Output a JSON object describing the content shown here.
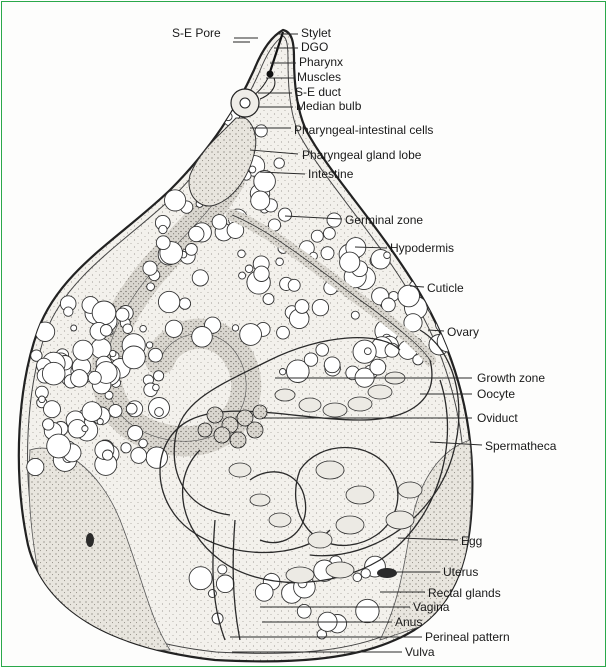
{
  "figure": {
    "border_color": "#2aa84a",
    "labels": {
      "se_pore": "S-E Pore",
      "stylet": "Stylet",
      "dgo": "DGO",
      "pharynx": "Pharynx",
      "muscles": "Muscles",
      "se_duct": "S-E duct",
      "median_bulb": "Median bulb",
      "pharyngeal_intestinal_cells": "Pharyngeal-intestinal cells",
      "pharyngeal_gland_lobe": "Pharyngeal gland lobe",
      "intestine": "Intestine",
      "germinal_zone": "Germinal zone",
      "hypodermis": "Hypodermis",
      "cuticle": "Cuticle",
      "ovary": "Ovary",
      "growth_zone": "Growth zone",
      "oocyte": "Oocyte",
      "oviduct": "Oviduct",
      "spermatheca": "Spermatheca",
      "egg": "Egg",
      "uterus": "Uterus",
      "rectal_glands": "Rectal glands",
      "vagina": "Vagina",
      "anus": "Anus",
      "perineal_pattern": "Perineal pattern",
      "vulva": "Vulva"
    }
  }
}
